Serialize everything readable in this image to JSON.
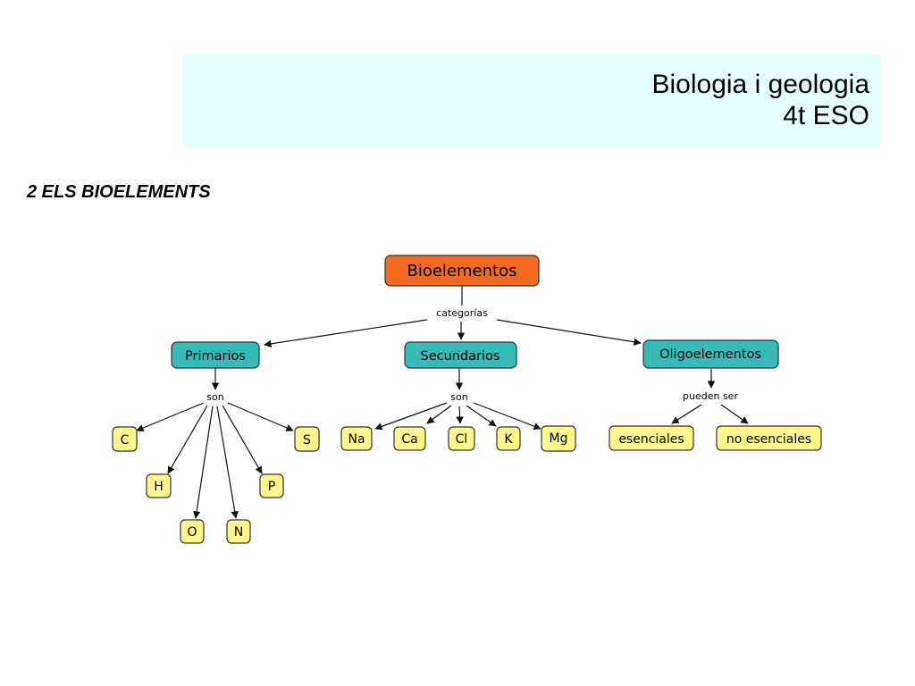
{
  "header": {
    "title_line1": "Biologia i geologia",
    "title_line2": "4t ESO"
  },
  "section": {
    "heading": "2 ELS BIOELEMENTS"
  },
  "colors": {
    "root": "#f26a21",
    "category": "#35b9b9",
    "leaf": "#fff78a",
    "header_band": "#e6ffff"
  },
  "concept_map": {
    "root": "Bioelementos",
    "root_link": "categorías",
    "categories": [
      {
        "id": "primarios",
        "label": "Primarios",
        "link": "son",
        "items": [
          "C",
          "H",
          "O",
          "N",
          "P",
          "S"
        ]
      },
      {
        "id": "secundarios",
        "label": "Secundarios",
        "link": "son",
        "items": [
          "Na",
          "Ca",
          "Cl",
          "K",
          "Mg"
        ]
      },
      {
        "id": "oligoelementos",
        "label": "Oligoelementos",
        "link": "pueden ser",
        "items": [
          "esenciales",
          "no esenciales"
        ]
      }
    ]
  }
}
